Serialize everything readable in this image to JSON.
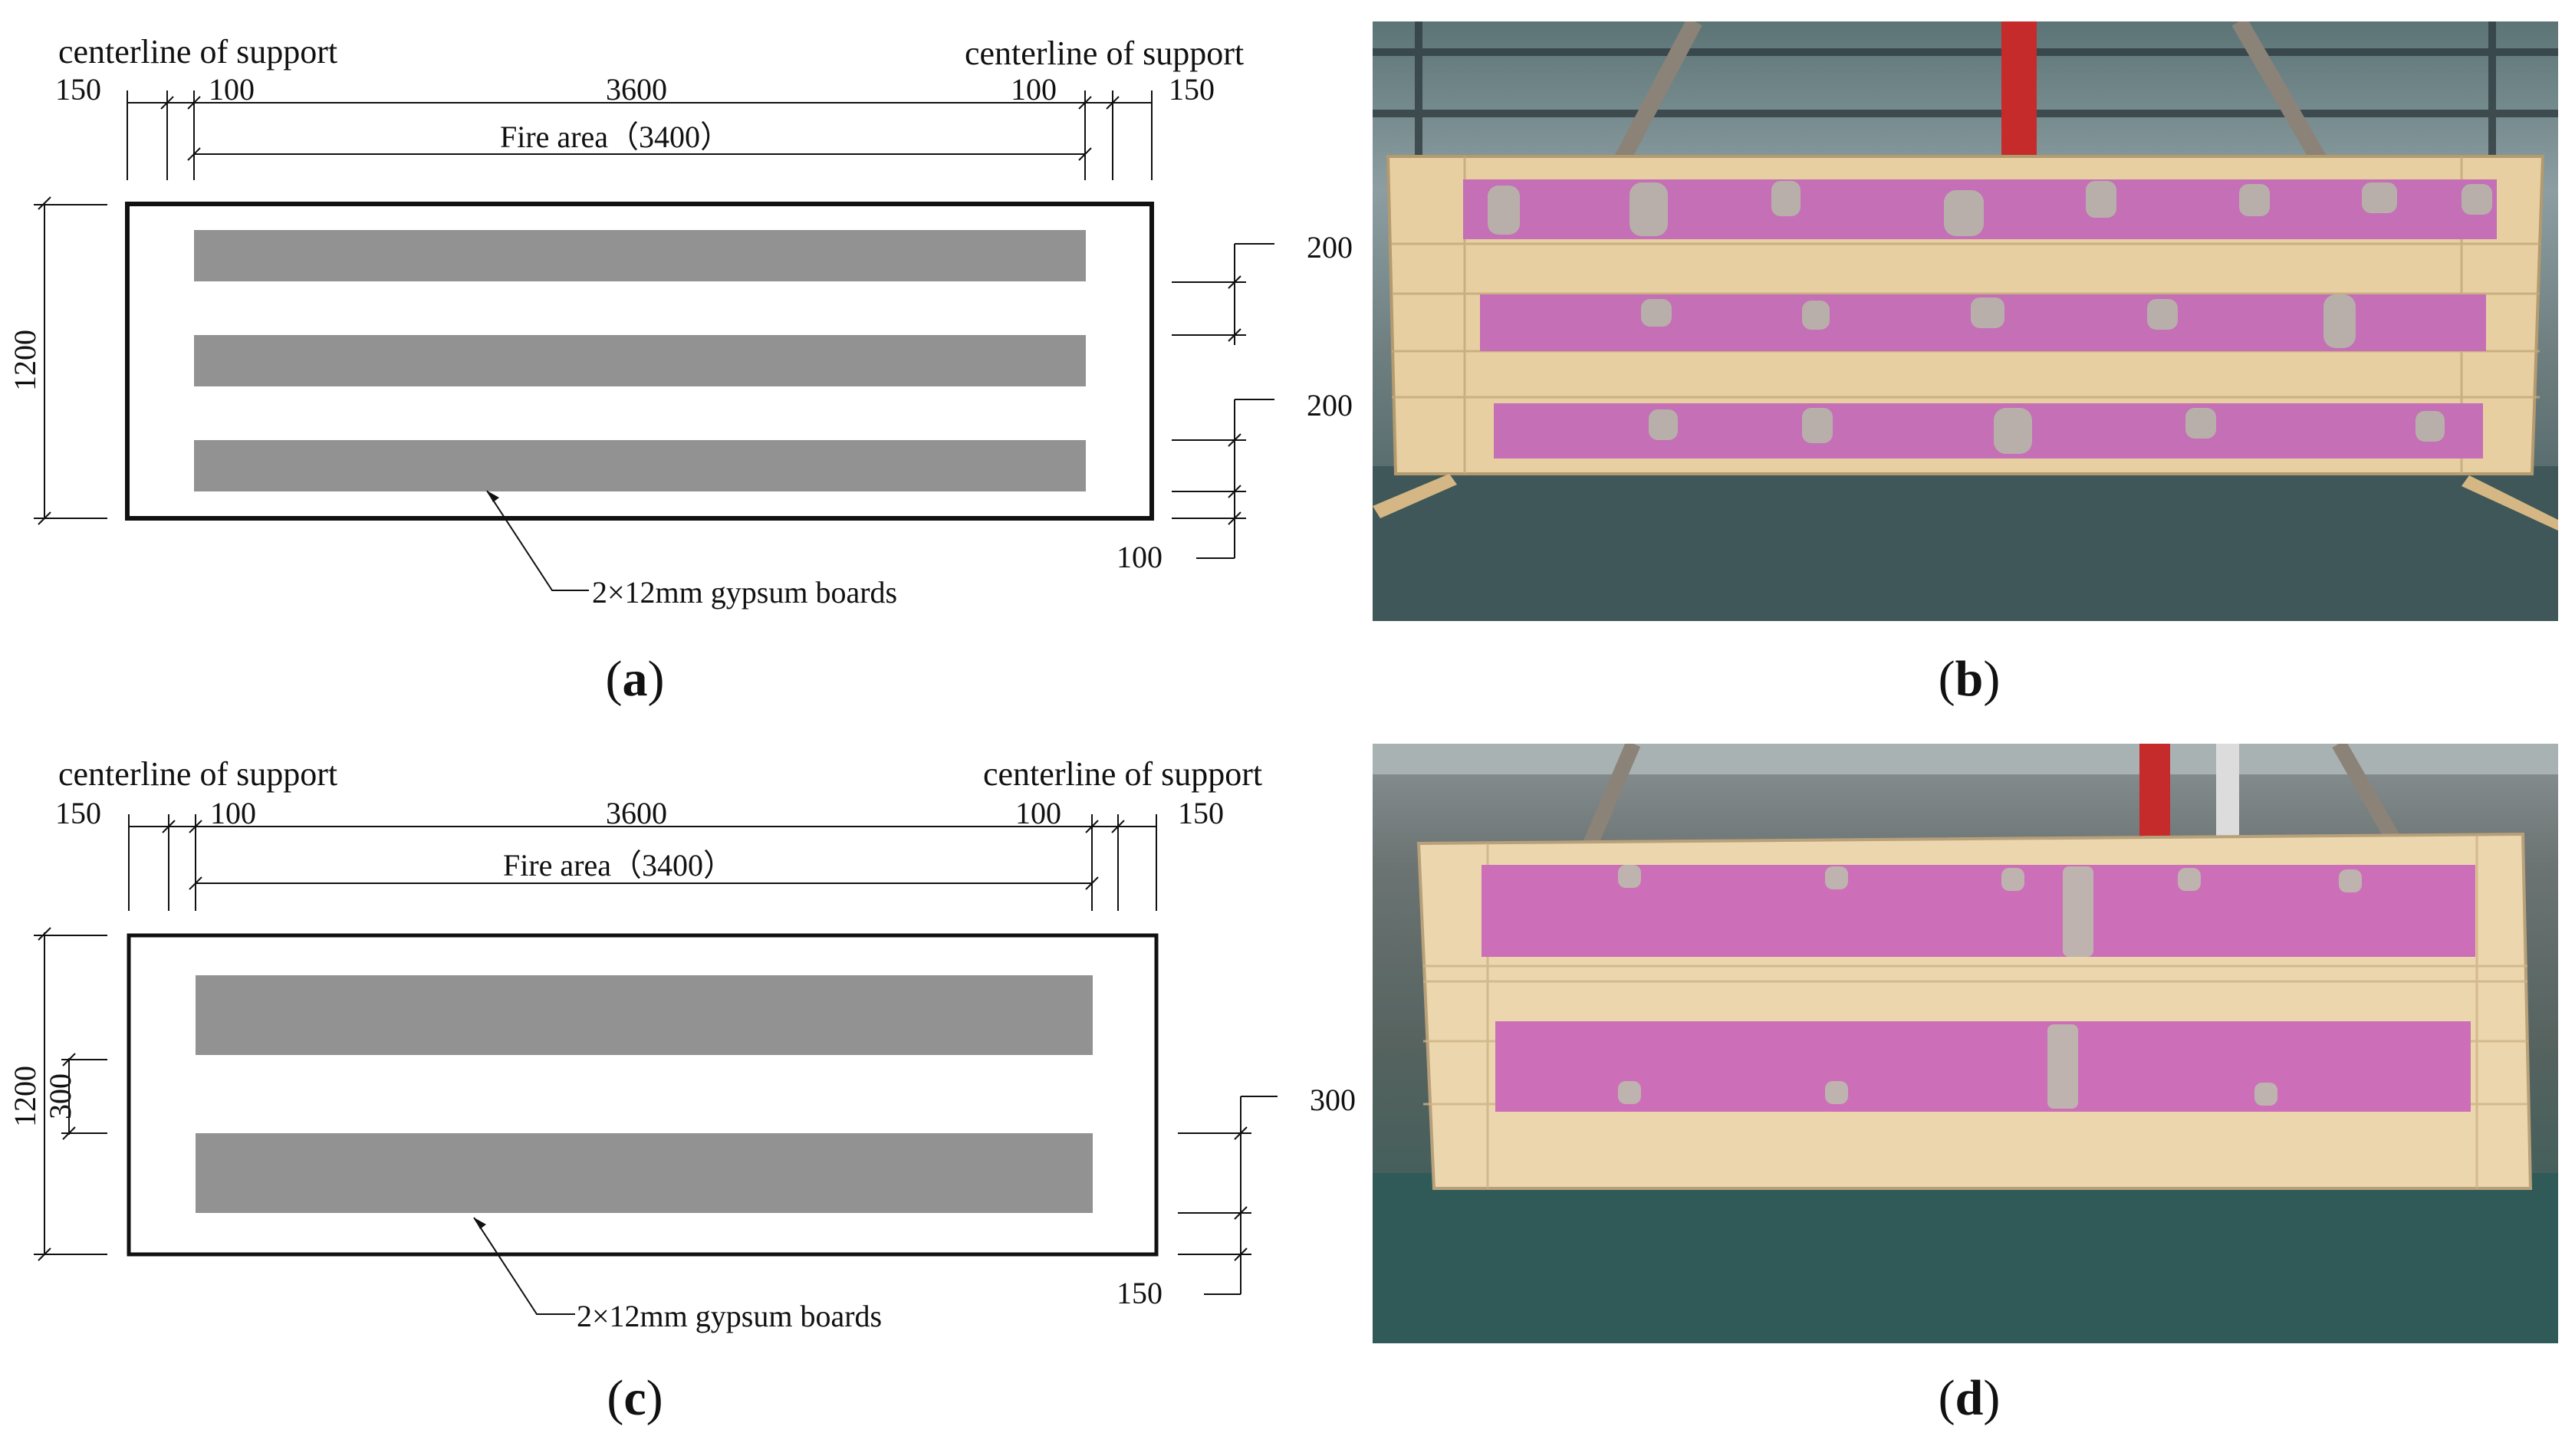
{
  "panels": {
    "a": {
      "caption": "a",
      "support_left": "centerline of support",
      "support_right": "centerline of support",
      "dims_top": [
        "150",
        "100",
        "3600",
        "100",
        "150"
      ],
      "fire_area": "Fire  area（3400）",
      "height": "1200",
      "right_dims": [
        "200",
        "200",
        "100"
      ],
      "callout": "2×12mm gypsum boards",
      "strip_count": 3
    },
    "b": {
      "caption": "b",
      "strip_count": 3,
      "colors": {
        "wood": "#e7cfa2",
        "gypsum": "#c46fb6",
        "patch": "#b8b2aa",
        "floor": "#3f5758"
      }
    },
    "c": {
      "caption": "c",
      "support_left": "centerline of support",
      "support_right": "centerline of support",
      "dims_top": [
        "150",
        "100",
        "3600",
        "100",
        "150"
      ],
      "fire_area": "Fire  area（3400）",
      "height": "1200",
      "height_inner": "300",
      "right_dims": [
        "300",
        "150"
      ],
      "callout": "2×12mm gypsum boards",
      "strip_count": 2
    },
    "d": {
      "caption": "d",
      "strip_count": 2,
      "colors": {
        "wood": "#ecd6ad",
        "gypsum": "#cc6fb8",
        "patch": "#bdb6ad",
        "floor": "#2f5a57"
      }
    }
  },
  "colors": {
    "strip": "#929292",
    "line": "#111111"
  }
}
